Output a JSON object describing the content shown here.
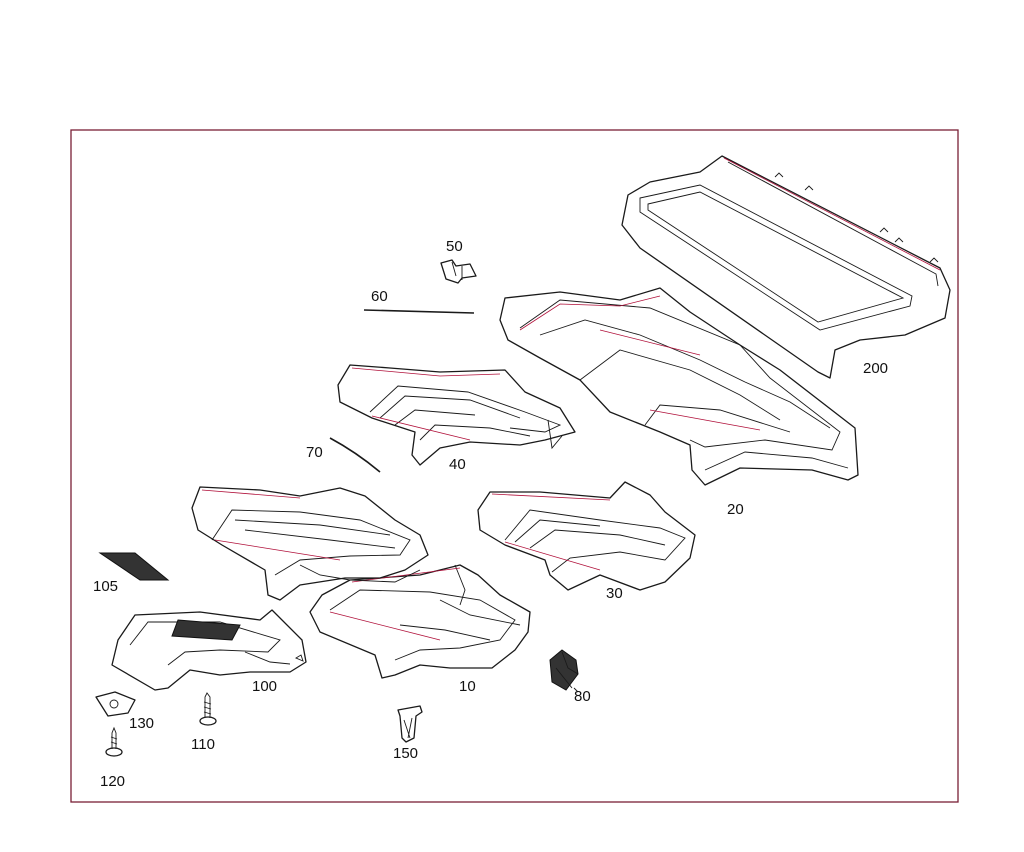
{
  "callouts": {
    "c10": "10",
    "c20": "20",
    "c30": "30",
    "c40": "40",
    "c50": "50",
    "c60": "60",
    "c70": "70",
    "c80": "80",
    "c100": "100",
    "c105": "105",
    "c110": "110",
    "c120": "120",
    "c130": "130",
    "c150": "150",
    "c200": "200"
  }
}
